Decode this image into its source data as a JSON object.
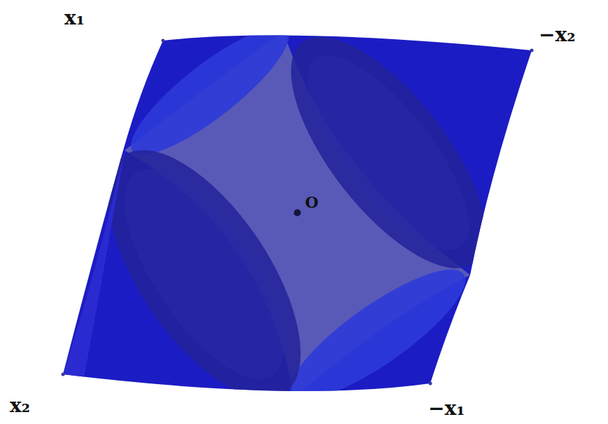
{
  "diagram": {
    "labels": [
      "x₁",
      "−x₂",
      "O",
      "x₂",
      "−x₁"
    ]
  }
}
